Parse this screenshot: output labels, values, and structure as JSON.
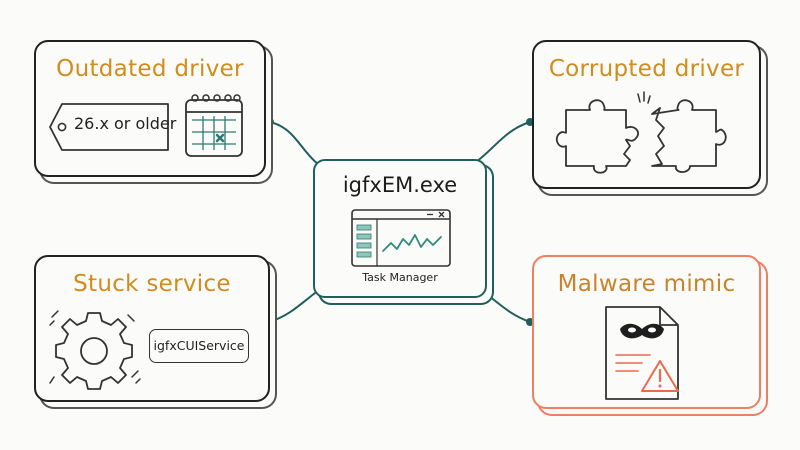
{
  "center": {
    "title": "igfxEM.exe",
    "caption": "Task Manager"
  },
  "cards": {
    "outdated": {
      "title": "Outdated driver",
      "tag_label": "26.x or older",
      "icons": [
        "version-tag-icon",
        "calendar-icon"
      ]
    },
    "corrupted": {
      "title": "Corrupted driver",
      "icons": [
        "broken-puzzle-icon"
      ]
    },
    "stuck": {
      "title": "Stuck service",
      "service_label": "igfxCUIService",
      "icons": [
        "gear-icon"
      ]
    },
    "malware": {
      "title": "Malware mimic",
      "icons": [
        "masked-document-icon",
        "warning-icon"
      ]
    }
  },
  "colors": {
    "title_accent": "#d08c1c",
    "center_border": "#1f5f5c",
    "warning_border": "#ee7f62",
    "warning_icon": "#e96a4c",
    "calendar_accent": "#2f7a6f",
    "chart_line": "#2f8a7d"
  }
}
